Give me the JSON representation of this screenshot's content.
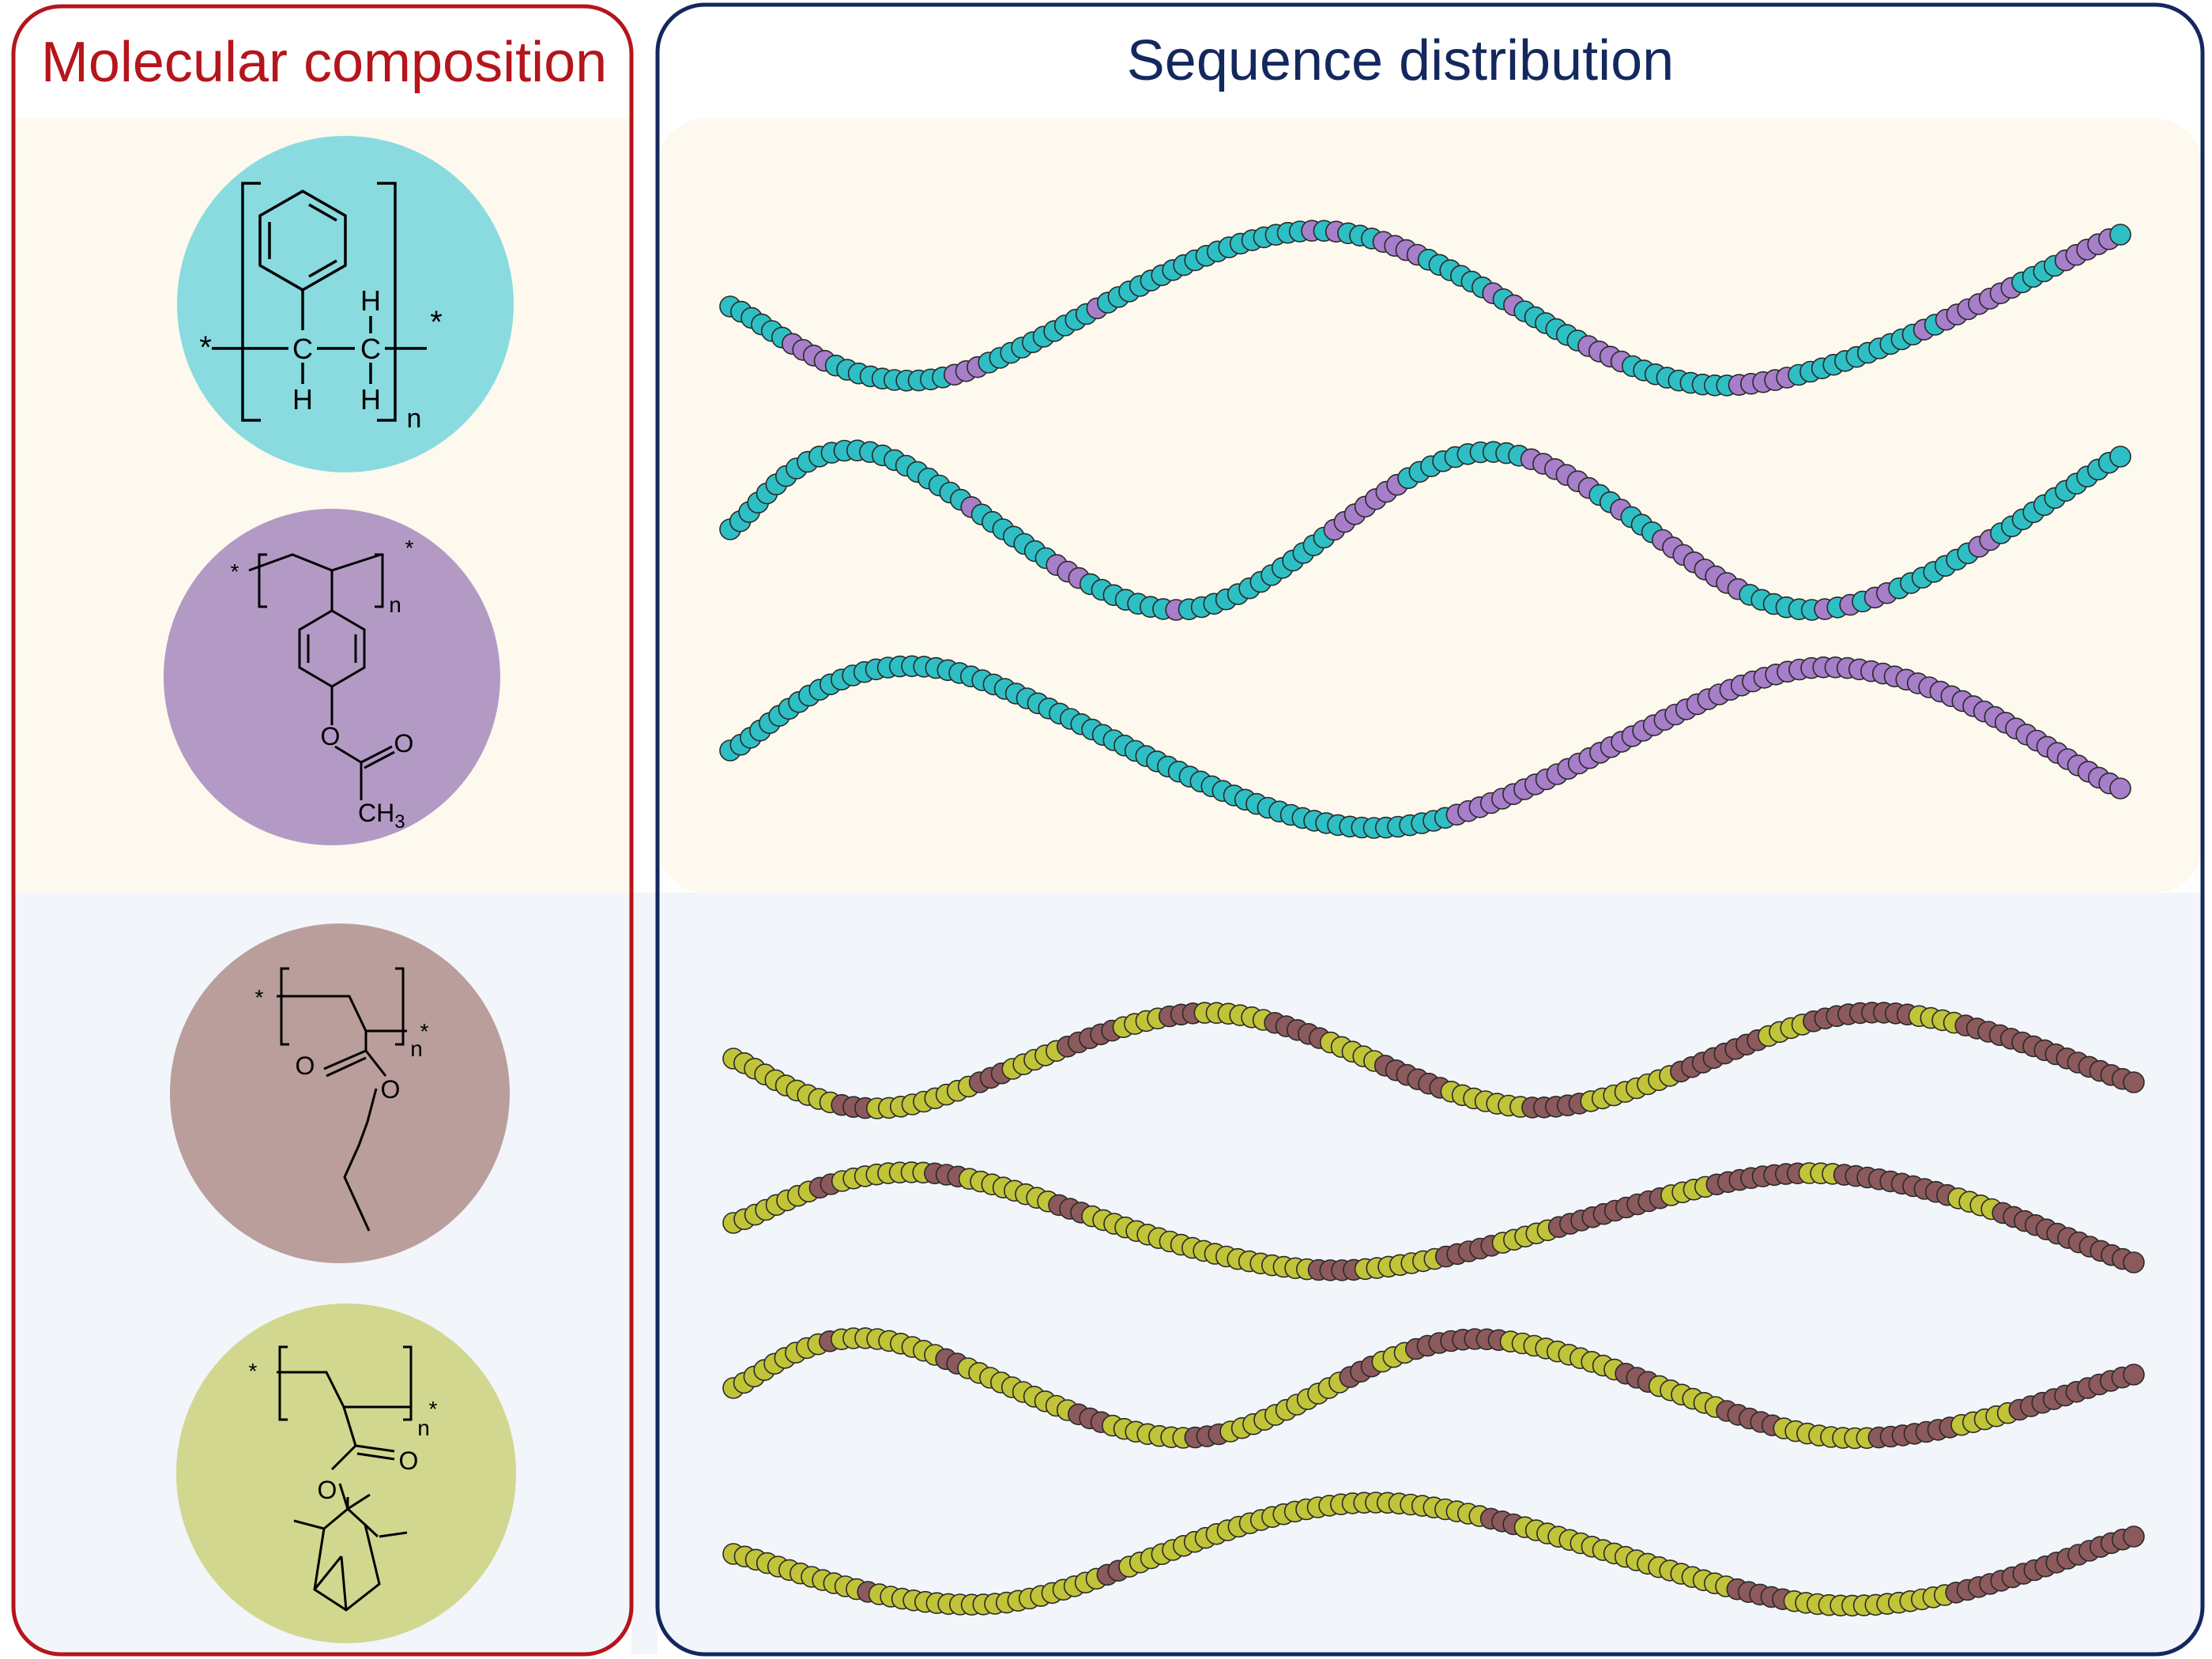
{
  "left_panel": {
    "title": "Molecular composition",
    "border_color": "#b5151b",
    "monomers": [
      {
        "name": "styrene",
        "color": "#89dbdf",
        "labels": {
          "star": "*",
          "h": "H",
          "c": "C",
          "n": "n"
        }
      },
      {
        "name": "acetoxystyrene",
        "color": "#b39ac5",
        "labels": {
          "star": "*",
          "o": "O",
          "n": "n",
          "ch3_main": "CH",
          "ch3_sub": "3"
        }
      },
      {
        "name": "butyl-acrylate",
        "color": "#b99e9b",
        "labels": {
          "star": "*",
          "o": "O",
          "n": "n"
        }
      },
      {
        "name": "isobornyl-acrylate",
        "color": "#d1d78e",
        "labels": {
          "star": "*",
          "o": "O",
          "n": "n"
        }
      }
    ]
  },
  "right_panel": {
    "title": "Sequence distribution",
    "border_color": "#14285e"
  },
  "colors": {
    "band_top": "#fdf9ee",
    "band_bottom": "#f2f5fa",
    "styrene_bead": "#2ebfc5",
    "acetoxystyrene_bead": "#a77ec9",
    "acrylate_yellow_bead": "#c1c438",
    "acrylate_brown_bead": "#8c5a5c"
  },
  "chains": [
    {
      "id": "chain-1",
      "a": "#2ebfc5",
      "b": "#a77ec9",
      "sequence": "AAAAAABBBBAAAAAAAAAABBBAAAAAAAAAABAAAAAAAAAAAAAAAAAABABAAABBBBAAAAAABABAAAAAABBBBAAAAAAAAABBBBBAAAAAAAAAAABABBBBBBBAAAABBBBBA"
    },
    {
      "id": "chain-2",
      "a": "#2ebfc5",
      "b": "#a77ec9",
      "sequence": "AAAAAAAAAAAAAAAAAAAAAABAAAAAAABBBAAAAAAABAAAAAAAAAAAAABBBBBBBAAAAAAAAAABBBBBBAABAAABBBBBBBBAAAAAABABABBAAAAAAABBAAAAAAAAAAAA"
    },
    {
      "id": "chain-3",
      "a": "#2ebfc5",
      "b": "#a77ec9",
      "sequence": "AAAAAAAAAAAAAAAAAAAAAAAAAAAAAAAAAAAAAAAAAAAAAAAAAAAAAAAAAAAAAAAAABBBBBBBBBBBBBBBBBBBBBBBBBBBBBBBBBBBBBBBBBBBBBBBBBBBBBBBBBBBBB"
    },
    {
      "id": "chain-4",
      "a": "#c1c438",
      "b": "#8c5a5c",
      "sequence": "AAAAAAAAAABBBAAAAAAAAABBBAAAAABBBBBAAAABBBAAAAAABBBBBAAAAABBBBBBAAAAAAABBBBBAAAAAAAABBBBBBBBAAAABBBBBBBBBAAAABBBBBBBBBBBBBBBB"
    },
    {
      "id": "chain-5",
      "a": "#c1c438",
      "b": "#8c5a5c",
      "sequence": "AAAAAAAABBAAAAAAAABBBAAAAAAAABBBAAAAAAAAAAAAAAAAAAAABBBBAAAAAAABBBBBAAAAABBBBBBBBBBAAAABBBBBBBBAAABBBBBBBBBBAAAABBBBBBBBBBBBB"
    },
    {
      "id": "chain-6",
      "a": "#c1c438",
      "b": "#8c5a5c",
      "sequence": "AAAAAAAAABAAAAAAAAABBAAAAAAAAAABBBAAAAAAABBBAAAAAAAAAAABBBAAABBBBBBBBAAAAAAAAAABBBAAAAAABBBBBAAAAAAAABBBBBBBAAAAABBBBBBBBBBB"
    },
    {
      "id": "chain-7",
      "a": "#c1c438",
      "b": "#8c5a5c",
      "sequence": "AAAAAAAAAAAABAAAAAAAAAAAAAAAAAAAABBAAAAAAAAAAAAAAAAAAAAAAAAAAAAAAAABBBAAAAAAAAAAAAAAAAAAABBBBBAAAAAAAAAAAAAABBBBBBBBBBBBBBBBB"
    }
  ]
}
